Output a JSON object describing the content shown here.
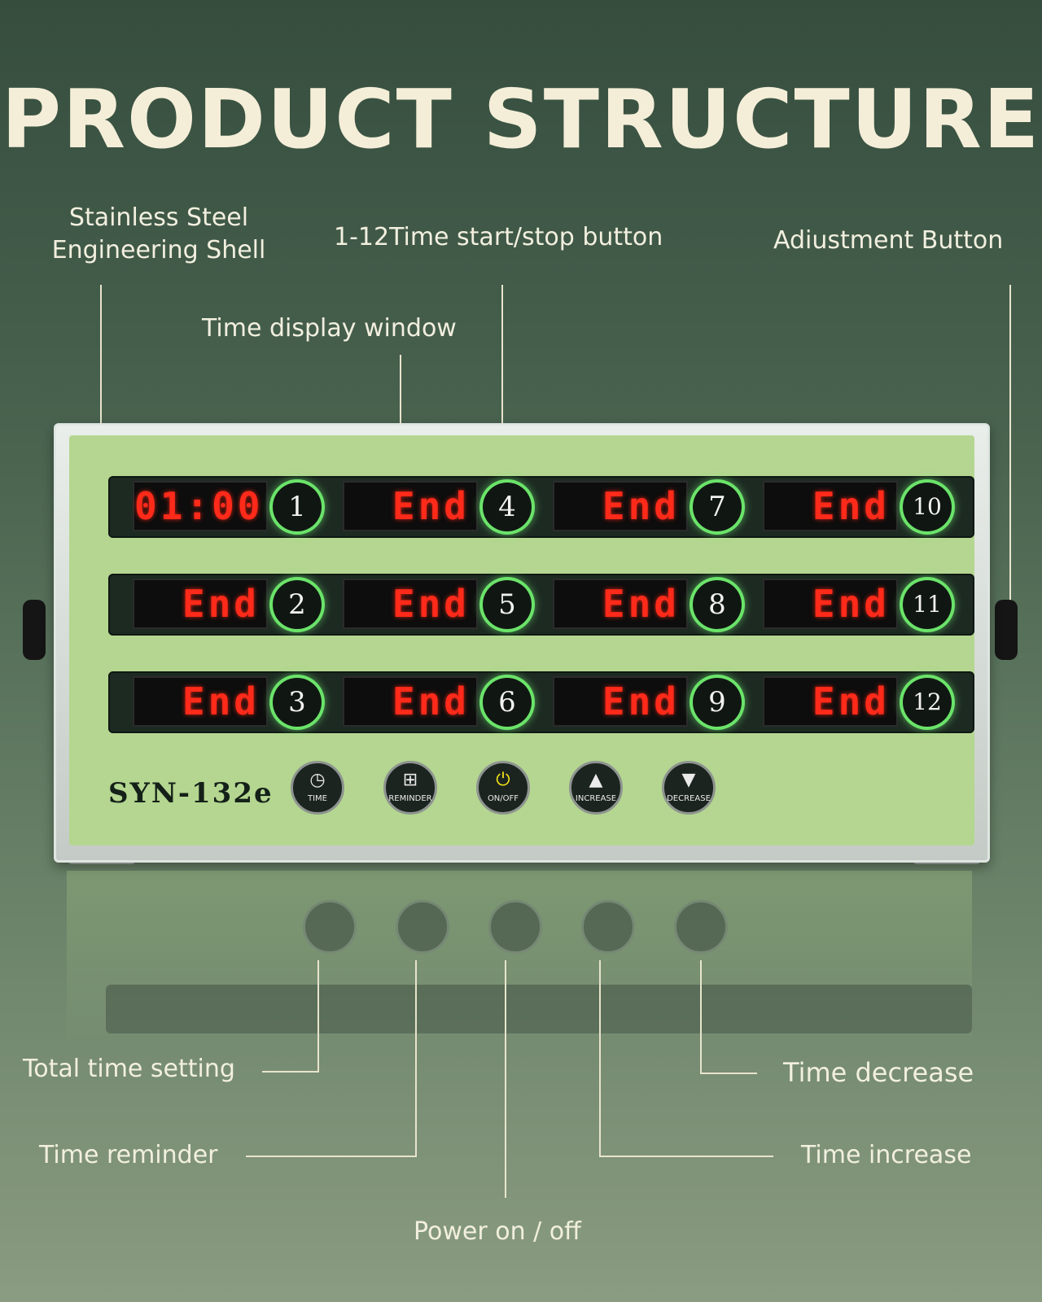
{
  "title": "PRODUCT STRUCTURE",
  "callouts": {
    "shell_line1": "Stainless Steel",
    "shell_line2": "Engineering Shell",
    "start_stop": "1-12Time start/stop button",
    "adjustment": "Adiustment Button",
    "display_window": "Time display window",
    "total_time": "Total time setting",
    "reminder": "Time reminder",
    "power": "Power on / off",
    "decrease": "Time decrease",
    "increase": "Time increase"
  },
  "device": {
    "model": "SYN-132e",
    "rows": [
      [
        {
          "display": "01:00",
          "num": "1"
        },
        {
          "display": "End",
          "num": "4"
        },
        {
          "display": "End",
          "num": "7"
        },
        {
          "display": "End",
          "num": "10"
        }
      ],
      [
        {
          "display": "End",
          "num": "2"
        },
        {
          "display": "End",
          "num": "5"
        },
        {
          "display": "End",
          "num": "8"
        },
        {
          "display": "End",
          "num": "11"
        }
      ],
      [
        {
          "display": "End",
          "num": "3"
        },
        {
          "display": "End",
          "num": "6"
        },
        {
          "display": "End",
          "num": "9"
        },
        {
          "display": "End",
          "num": "12"
        }
      ]
    ],
    "buttons": [
      {
        "label": "TIME",
        "icon": "clock-icon",
        "glyph": "◷"
      },
      {
        "label": "REMINDER",
        "icon": "basket-icon",
        "glyph": "⊞"
      },
      {
        "label": "ON/OFF",
        "icon": "power-icon",
        "glyph": "⏻"
      },
      {
        "label": "INCREASE",
        "icon": "triangle-up-icon",
        "glyph": "▲"
      },
      {
        "label": "DECREASE",
        "icon": "triangle-down-icon",
        "glyph": "▼"
      }
    ]
  },
  "colors": {
    "panel": "#b4d690",
    "led": "#ff2a1a",
    "ring": "#6be36a",
    "text": "#f2efdf"
  }
}
